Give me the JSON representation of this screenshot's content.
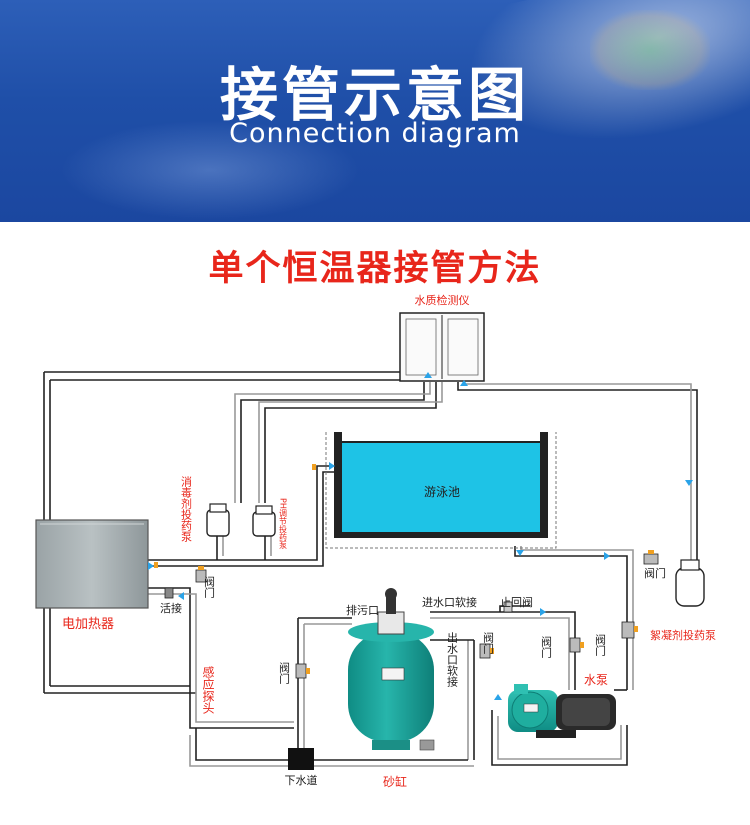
{
  "banner": {
    "title": "接管示意图",
    "subtitle": "Connection diagram"
  },
  "section_title": "单个恒温器接管方法",
  "labels": {
    "water_tester": "水质检测仪",
    "pool": "游泳池",
    "disinfectant_pump": "消毒剂投药泵",
    "ph_pump": "PH调节投药泵",
    "heater": "电加热器",
    "union": "活接",
    "valve": "阀门",
    "sensor_probe": "感应探头",
    "drain_port": "排污口",
    "inlet_union": "进水口软接",
    "outlet_union": "出水口软接",
    "check_valve": "止回阀",
    "pump": "水泵",
    "flocculant_pump": "絮凝剂投药泵",
    "sewer": "下水道",
    "sand_filter": "砂缸"
  },
  "colors": {
    "banner_blue": "#1f4fa8",
    "title_red": "#e8261b",
    "pool_water": "#1ec3e6",
    "filter_teal": "#1aa59c",
    "pipe_dark": "#222222",
    "flow_arrow": "#2aa3e8",
    "valve_orange": "#f0a020"
  }
}
